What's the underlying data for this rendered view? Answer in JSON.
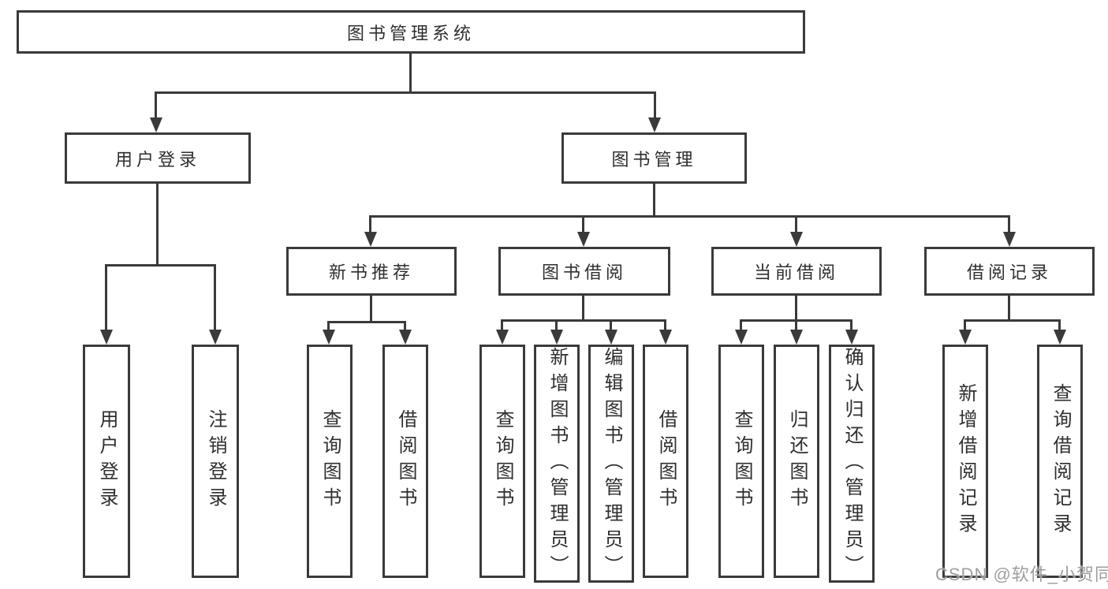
{
  "nodes": {
    "root": "图书管理系统",
    "level2": {
      "user_login": "用户登录",
      "book_mgmt": "图书管理"
    },
    "level3": {
      "new_book": "新书推荐",
      "book_borrow": "图书借阅",
      "current_borrow": "当前借阅",
      "borrow_record": "借阅记录"
    },
    "leaves": {
      "user_login_1": "用户登录",
      "user_login_2": "注销登录",
      "new_book_1": "查询图书",
      "new_book_2": "借阅图书",
      "book_borrow_1": "查询图书",
      "book_borrow_2": "新增图书（管理员）",
      "book_borrow_3": "编辑图书（管理员）",
      "book_borrow_4": "借阅图书",
      "current_borrow_1": "查询图书",
      "current_borrow_2": "归还图书",
      "current_borrow_3": "确认归还（管理员）",
      "borrow_record_1": "新增借阅记录",
      "borrow_record_2": "查询借阅记录"
    }
  },
  "watermark": "CSDN @软件_小贺同学",
  "colors": {
    "line": "#3a3a3a",
    "text": "#2f2f2f",
    "watermark": "#9e9e9e",
    "background": "#ffffff"
  }
}
